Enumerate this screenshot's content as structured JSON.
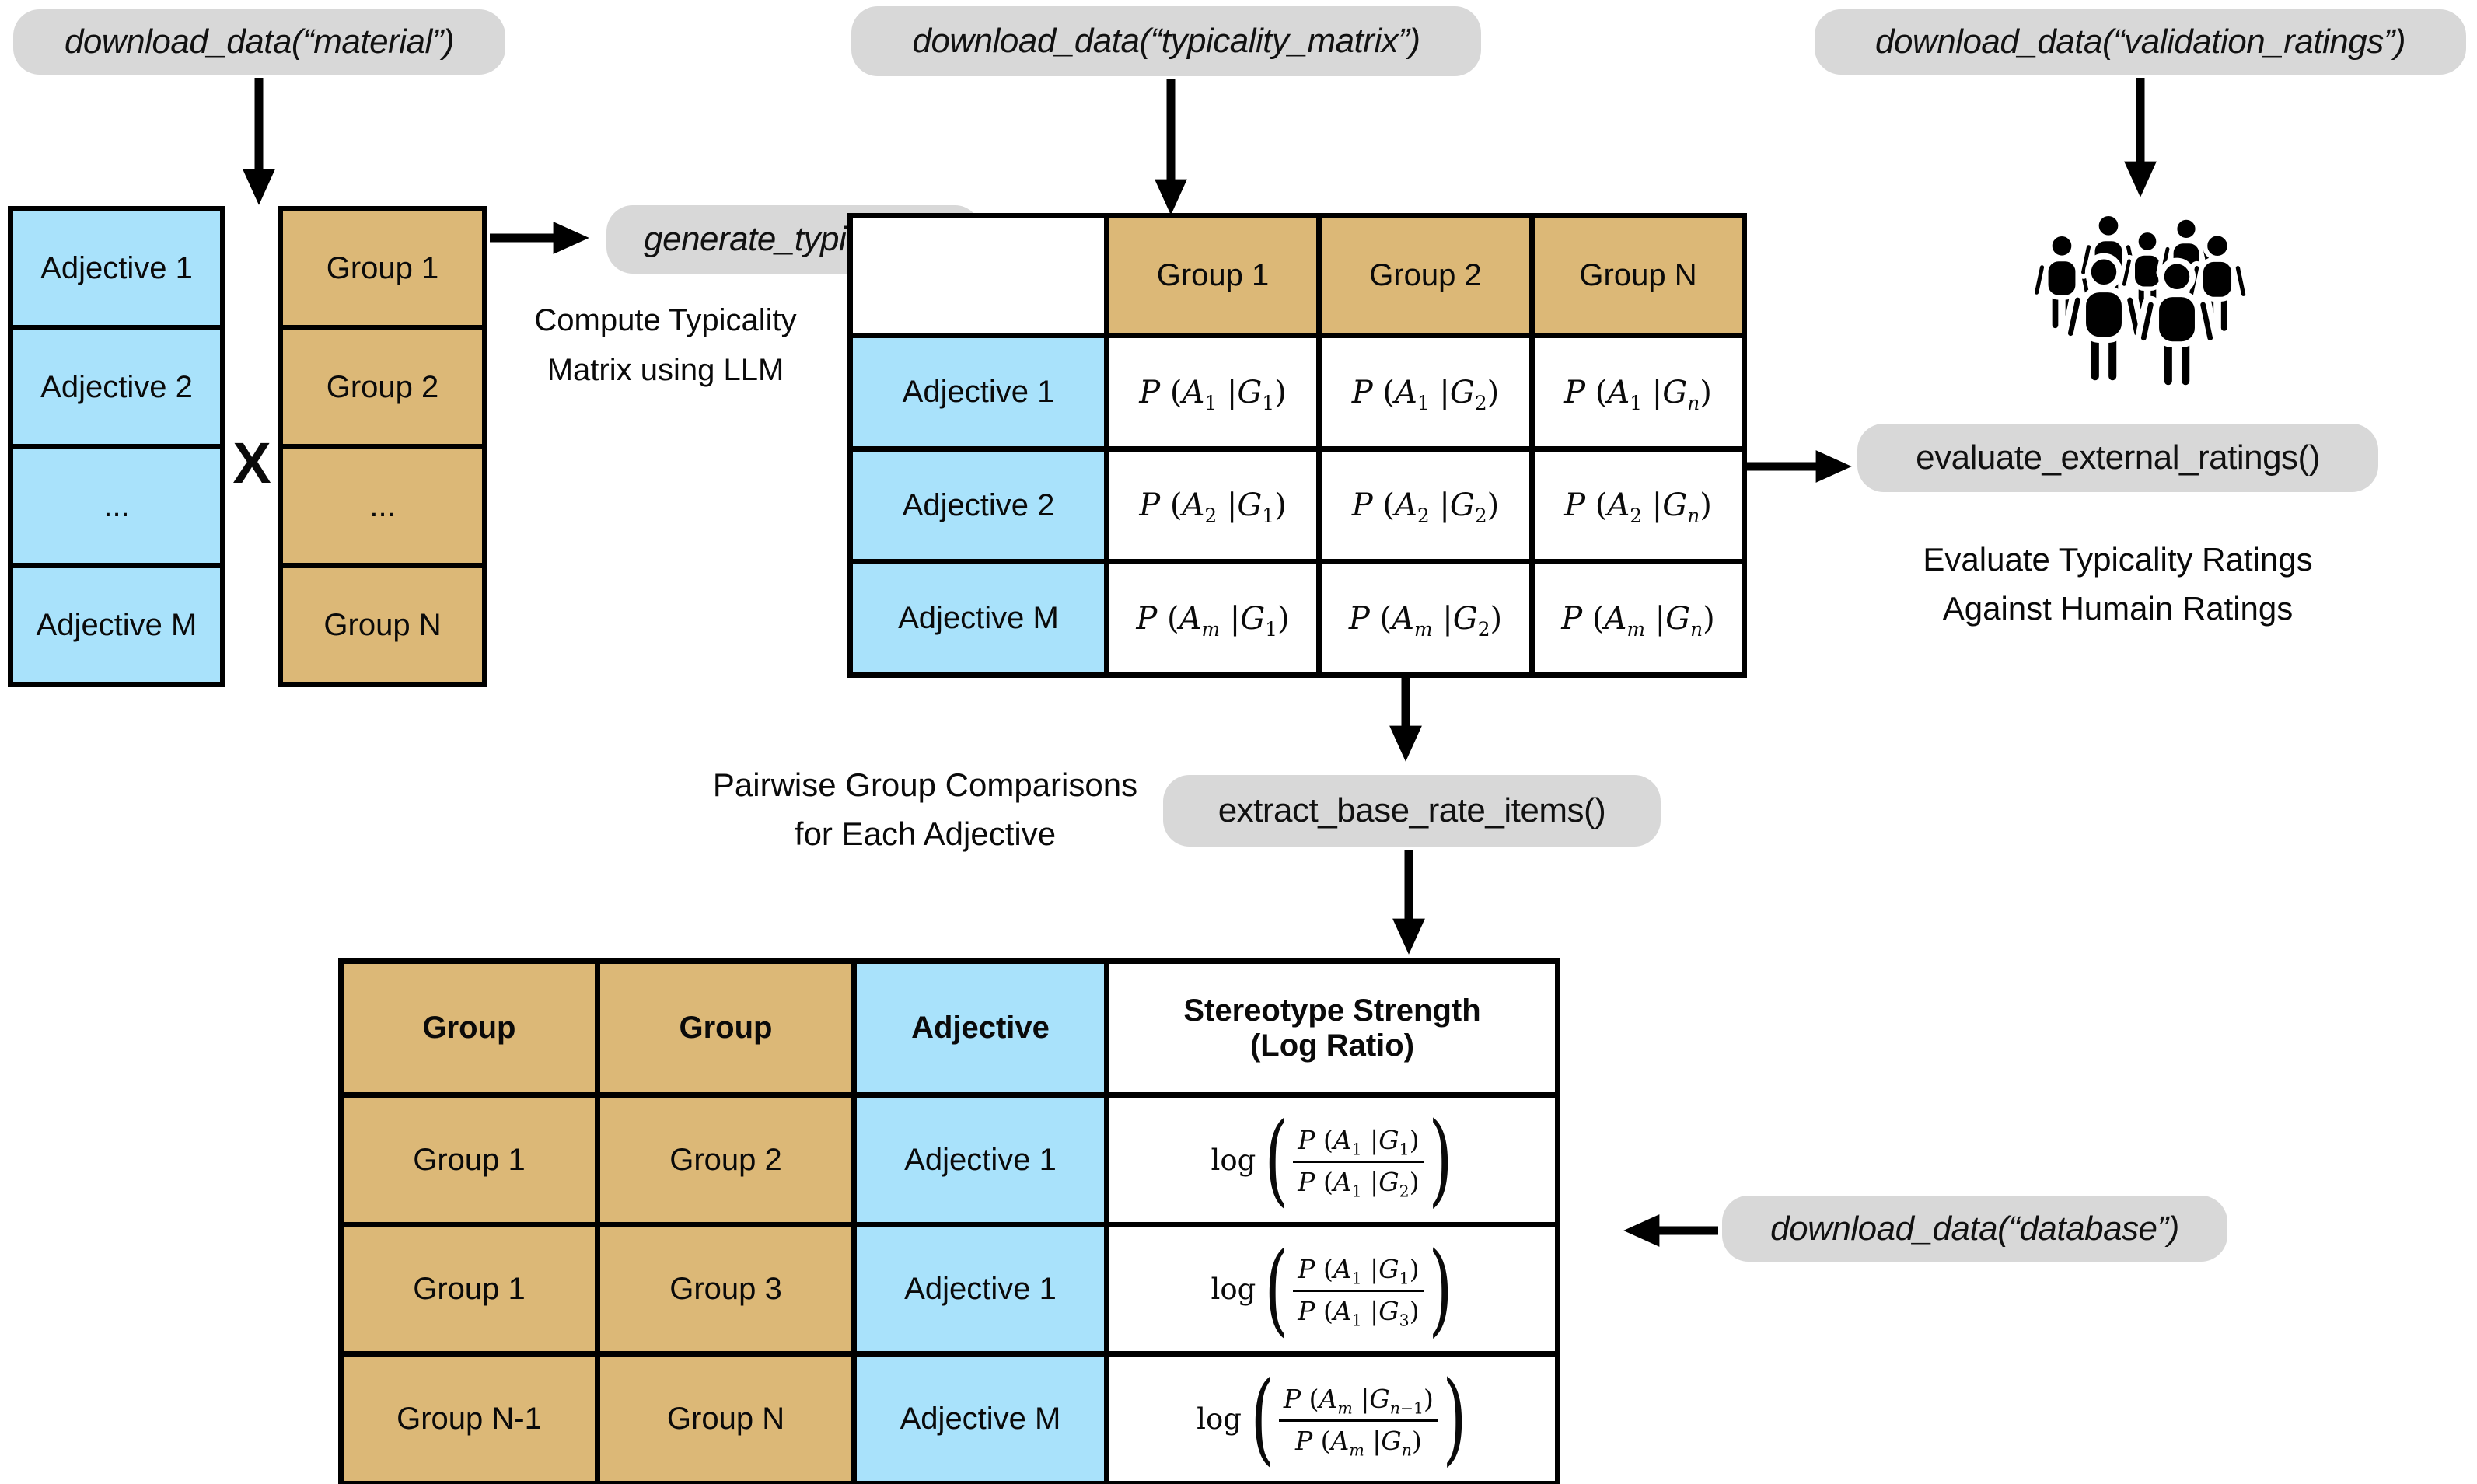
{
  "colors": {
    "blue": "#a9e2fb",
    "tan": "#dcb877",
    "pill": "#d8d8d8"
  },
  "pills": {
    "material": "download_data(“material”)",
    "typicality_matrix": "download_data(“typicality_matrix”)",
    "validation_ratings": "download_data(“validation_ratings”)",
    "generate_typicality": "generate_typicality()",
    "evaluate_external_ratings": "evaluate_external_ratings()",
    "extract_base_rate_items": "extract_base_rate_items()",
    "database": "download_data(“database”)"
  },
  "annotations": {
    "cross": "X",
    "compute_line1": "Compute Typicality",
    "compute_line2": "Matrix using LLM",
    "pairwise_line1": "Pairwise Group Comparisons",
    "pairwise_line2": "for Each Adjective",
    "evaluate_line1": "Evaluate Typicality Ratings",
    "evaluate_line2": "Against Humain Ratings"
  },
  "adjective_list": {
    "rows": [
      "Adjective 1",
      "Adjective 2",
      "...",
      "Adjective M"
    ]
  },
  "group_list": {
    "rows": [
      "Group 1",
      "Group 2",
      "...",
      "Group N"
    ]
  },
  "typicality_matrix": {
    "col_headers": [
      "Group 1",
      "Group 2",
      "Group N"
    ],
    "row_headers": [
      "Adjective 1",
      "Adjective 2",
      "Adjective M"
    ],
    "cells": [
      [
        "P (A_1 |G_1)",
        "P (A_1 |G_2)",
        "P (A_1 |G_n)"
      ],
      [
        "P (A_2 |G_1)",
        "P (A_2 |G_2)",
        "P (A_2 |G_n)"
      ],
      [
        "P (A_m |G_1)",
        "P (A_m |G_2)",
        "P (A_m |G_n)"
      ]
    ]
  },
  "base_rate_table": {
    "headers": [
      "Group",
      "Group",
      "Adjective"
    ],
    "strength_header_line1": "Stereotype Strength",
    "strength_header_line2": "(Log Ratio)",
    "log_label": "log",
    "lparen": "(",
    "rparen": ")",
    "rows": [
      {
        "group_a": "Group 1",
        "group_b": "Group 2",
        "adjective": "Adjective 1",
        "numerator": "P (A_1 |G_1)",
        "denominator": "P (A_1 |G_2)"
      },
      {
        "group_a": "Group 1",
        "group_b": "Group 3",
        "adjective": "Adjective 1",
        "numerator": "P (A_1 |G_1)",
        "denominator": "P (A_1 |G_3)"
      },
      {
        "group_a": "Group N-1",
        "group_b": "Group N",
        "adjective": "Adjective M",
        "numerator": "P (A_m |G_n−1)",
        "denominator": "P (A_m |G_n)"
      }
    ]
  },
  "icons": {
    "crowd": "crowd-of-people-icon"
  }
}
